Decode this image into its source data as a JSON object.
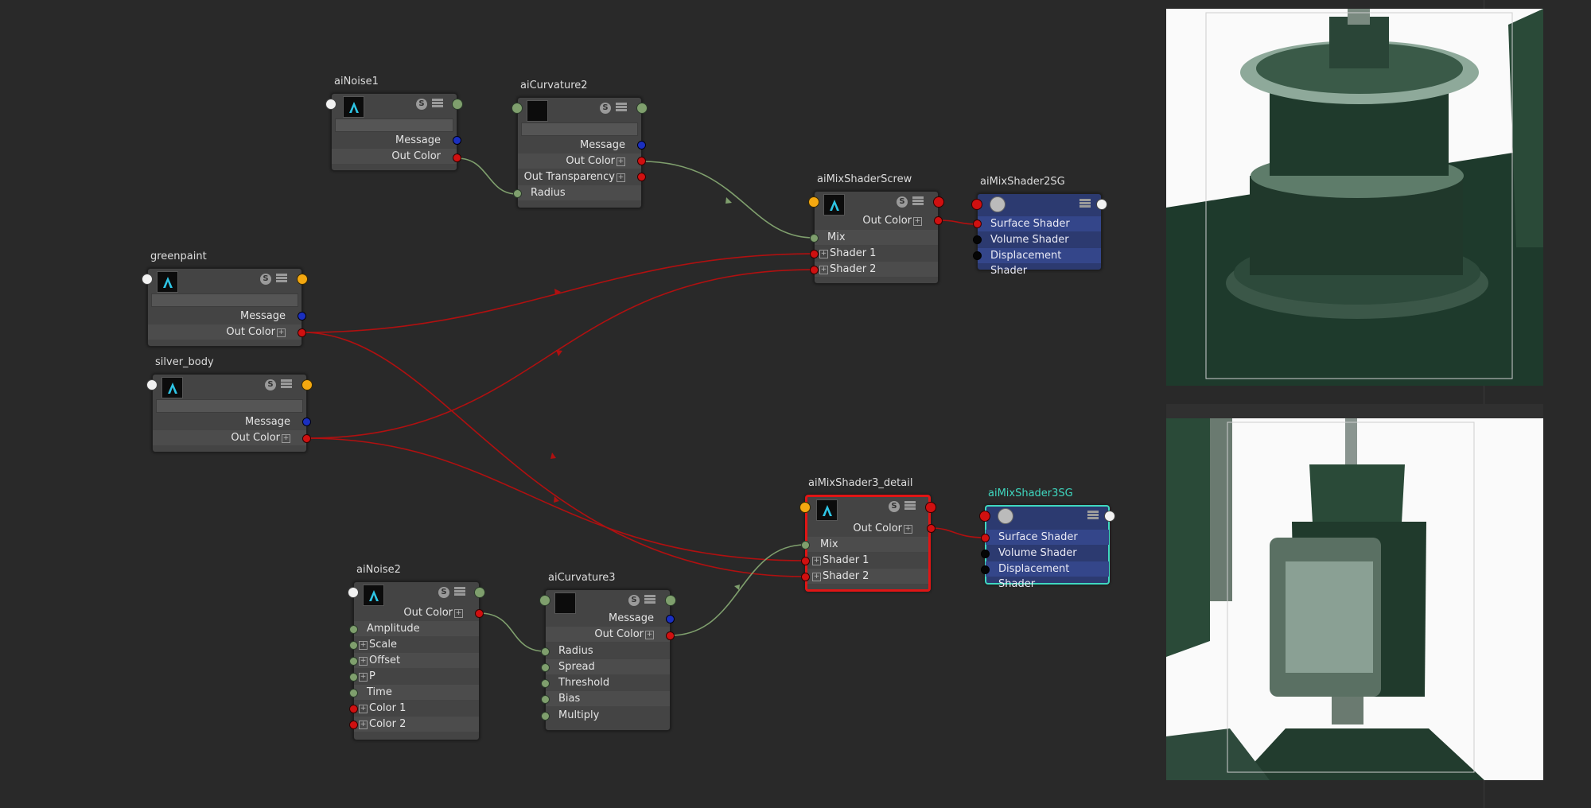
{
  "nodes": {
    "aiNoise1": {
      "title": "aiNoise1",
      "rows": [
        "Message",
        "Out Color"
      ]
    },
    "aiCurvature2": {
      "title": "aiCurvature2",
      "rows": [
        "Message",
        "Out Color",
        "Out Transparency",
        "Radius"
      ]
    },
    "aiMixShaderScrew": {
      "title": "aiMixShaderScrew",
      "rows": [
        "Out Color",
        "Mix",
        "Shader 1",
        "Shader 2"
      ]
    },
    "aiMixShader2SG": {
      "title": "aiMixShader2SG",
      "rows": [
        "Surface Shader",
        "Volume Shader",
        "Displacement Shader"
      ]
    },
    "greenpaint": {
      "title": "greenpaint",
      "rows": [
        "Message",
        "Out Color"
      ]
    },
    "silver_body": {
      "title": "silver_body",
      "rows": [
        "Message",
        "Out Color"
      ]
    },
    "aiMixShader3_detail": {
      "title": "aiMixShader3_detail",
      "rows": [
        "Out Color",
        "Mix",
        "Shader 1",
        "Shader 2"
      ]
    },
    "aiMixShader3SG": {
      "title": "aiMixShader3SG",
      "rows": [
        "Surface Shader",
        "Volume Shader",
        "Displacement Shader"
      ]
    },
    "aiNoise2": {
      "title": "aiNoise2",
      "rows": [
        "Out Color",
        "Amplitude",
        "Scale",
        "Offset",
        "P",
        "Time",
        "Color 1",
        "Color 2"
      ]
    },
    "aiCurvature3": {
      "title": "aiCurvature3",
      "rows": [
        "Message",
        "Out Color",
        "Radius",
        "Spread",
        "Threshold",
        "Bias",
        "Multiply"
      ]
    }
  },
  "colors": {
    "background": "#292929",
    "node_body": "#444444",
    "shading_group": "#2c3a70",
    "selected_outline": "#e01515",
    "sg_highlight": "#3fd8c0",
    "wire_shader": "#b01010",
    "wire_scalar": "#7f9f6d"
  },
  "icons": {
    "arnold": "arnold-logo-icon",
    "swatch": "swatch-toggle-icon",
    "layout": "attribute-list-icon",
    "shading_group": "shading-group-icon"
  }
}
